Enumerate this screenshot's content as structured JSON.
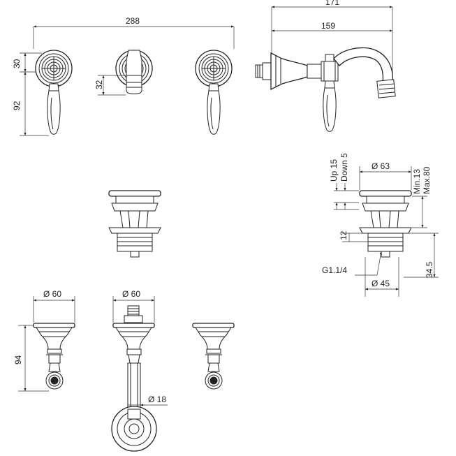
{
  "dimensions": {
    "top_width": "288",
    "spout_total": "171",
    "spout_reach": "159",
    "rosette_height": "30",
    "handle_height": "92",
    "knob_height": "32",
    "cap_flange": "Ø 63",
    "up_stroke": "Up 15",
    "down_stroke": "Down 5",
    "min_thickness": "Min.13",
    "max_thickness": "Max.80",
    "drain_step": "12",
    "thread": "G1.1/4",
    "drain_height": "34.5",
    "drain_base": "Ø 45",
    "body_dia_left": "Ø 60",
    "body_dia_center": "Ø 60",
    "body_length": "94",
    "spout_pipe": "Ø 18"
  },
  "colors": {
    "line": "#222222",
    "background": "#ffffff"
  }
}
